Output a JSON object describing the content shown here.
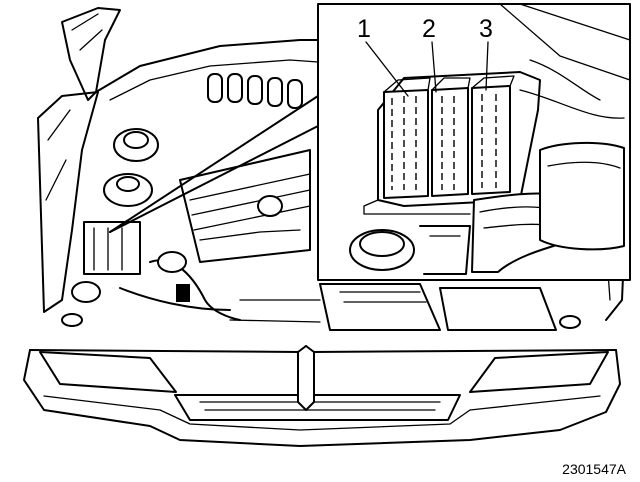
{
  "figure": {
    "callouts": [
      "1",
      "2",
      "3"
    ],
    "code": "2301547A"
  },
  "colors": {
    "ink": "#000000",
    "paper": "#ffffff"
  }
}
